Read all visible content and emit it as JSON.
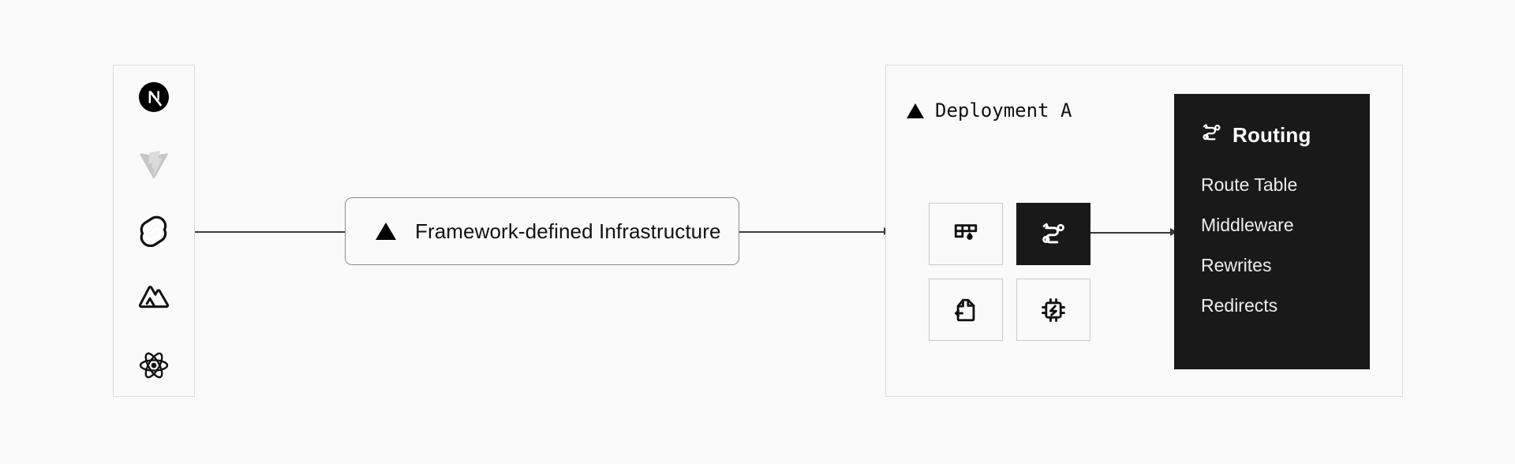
{
  "diagram": {
    "background_color": "#fafafa",
    "accent_dark": "#191919",
    "border_color": "#dcdcdc",
    "line_color": "#3a3a3a"
  },
  "frameworks_panel": {
    "logos": [
      {
        "name": "nextjs-logo",
        "label": "Next.js",
        "faded": false
      },
      {
        "name": "vite-logo",
        "label": "Vite",
        "faded": true
      },
      {
        "name": "svelte-logo",
        "label": "Svelte",
        "faded": false
      },
      {
        "name": "nuxt-logo",
        "label": "Nuxt",
        "faded": false
      },
      {
        "name": "react-logo",
        "label": "React",
        "faded": false
      }
    ]
  },
  "center_node": {
    "icon": "vercel-triangle-icon",
    "label": "Framework-defined Infrastructure"
  },
  "deployment": {
    "icon": "vercel-triangle-icon",
    "title": "Deployment A",
    "tiles": [
      {
        "name": "firewall-tile",
        "icon": "firewall-icon",
        "label": "Firewall",
        "active": false
      },
      {
        "name": "routing-tile",
        "icon": "routing-icon",
        "label": "Routing",
        "active": true
      },
      {
        "name": "static-files-tile",
        "icon": "static-file-icon",
        "label": "Static Files",
        "active": false
      },
      {
        "name": "compute-tile",
        "icon": "cpu-chip-icon",
        "label": "Compute",
        "active": false
      }
    ]
  },
  "routing_card": {
    "icon": "routing-icon",
    "title": "Routing",
    "items": [
      {
        "label": "Route Table"
      },
      {
        "label": "Middleware"
      },
      {
        "label": "Rewrites"
      },
      {
        "label": "Redirects"
      }
    ]
  }
}
